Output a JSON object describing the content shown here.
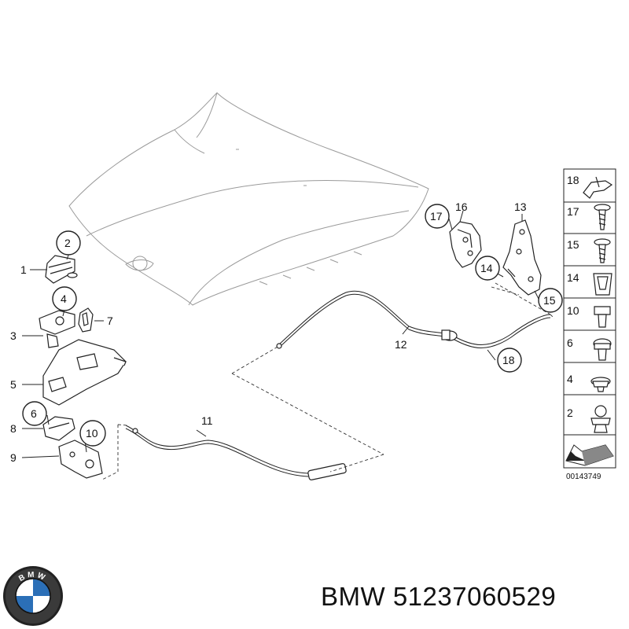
{
  "callouts": {
    "c1": "1",
    "c2": "2",
    "c3": "3",
    "c4": "4",
    "c5": "5",
    "c6": "6",
    "c7": "7",
    "c8": "8",
    "c9": "9",
    "c10": "10",
    "c11": "11",
    "c12": "12",
    "c13": "13",
    "c14": "14",
    "c15": "15",
    "c16": "16",
    "c17": "17",
    "c18": "18"
  },
  "fastener_table": {
    "rows": [
      "18",
      "17",
      "15",
      "14",
      "10",
      "6",
      "4",
      "2"
    ]
  },
  "drawing_number": "00143749",
  "footer": {
    "brand": "BMW",
    "part_number": "51237060529",
    "logo_letters": "BMW"
  }
}
